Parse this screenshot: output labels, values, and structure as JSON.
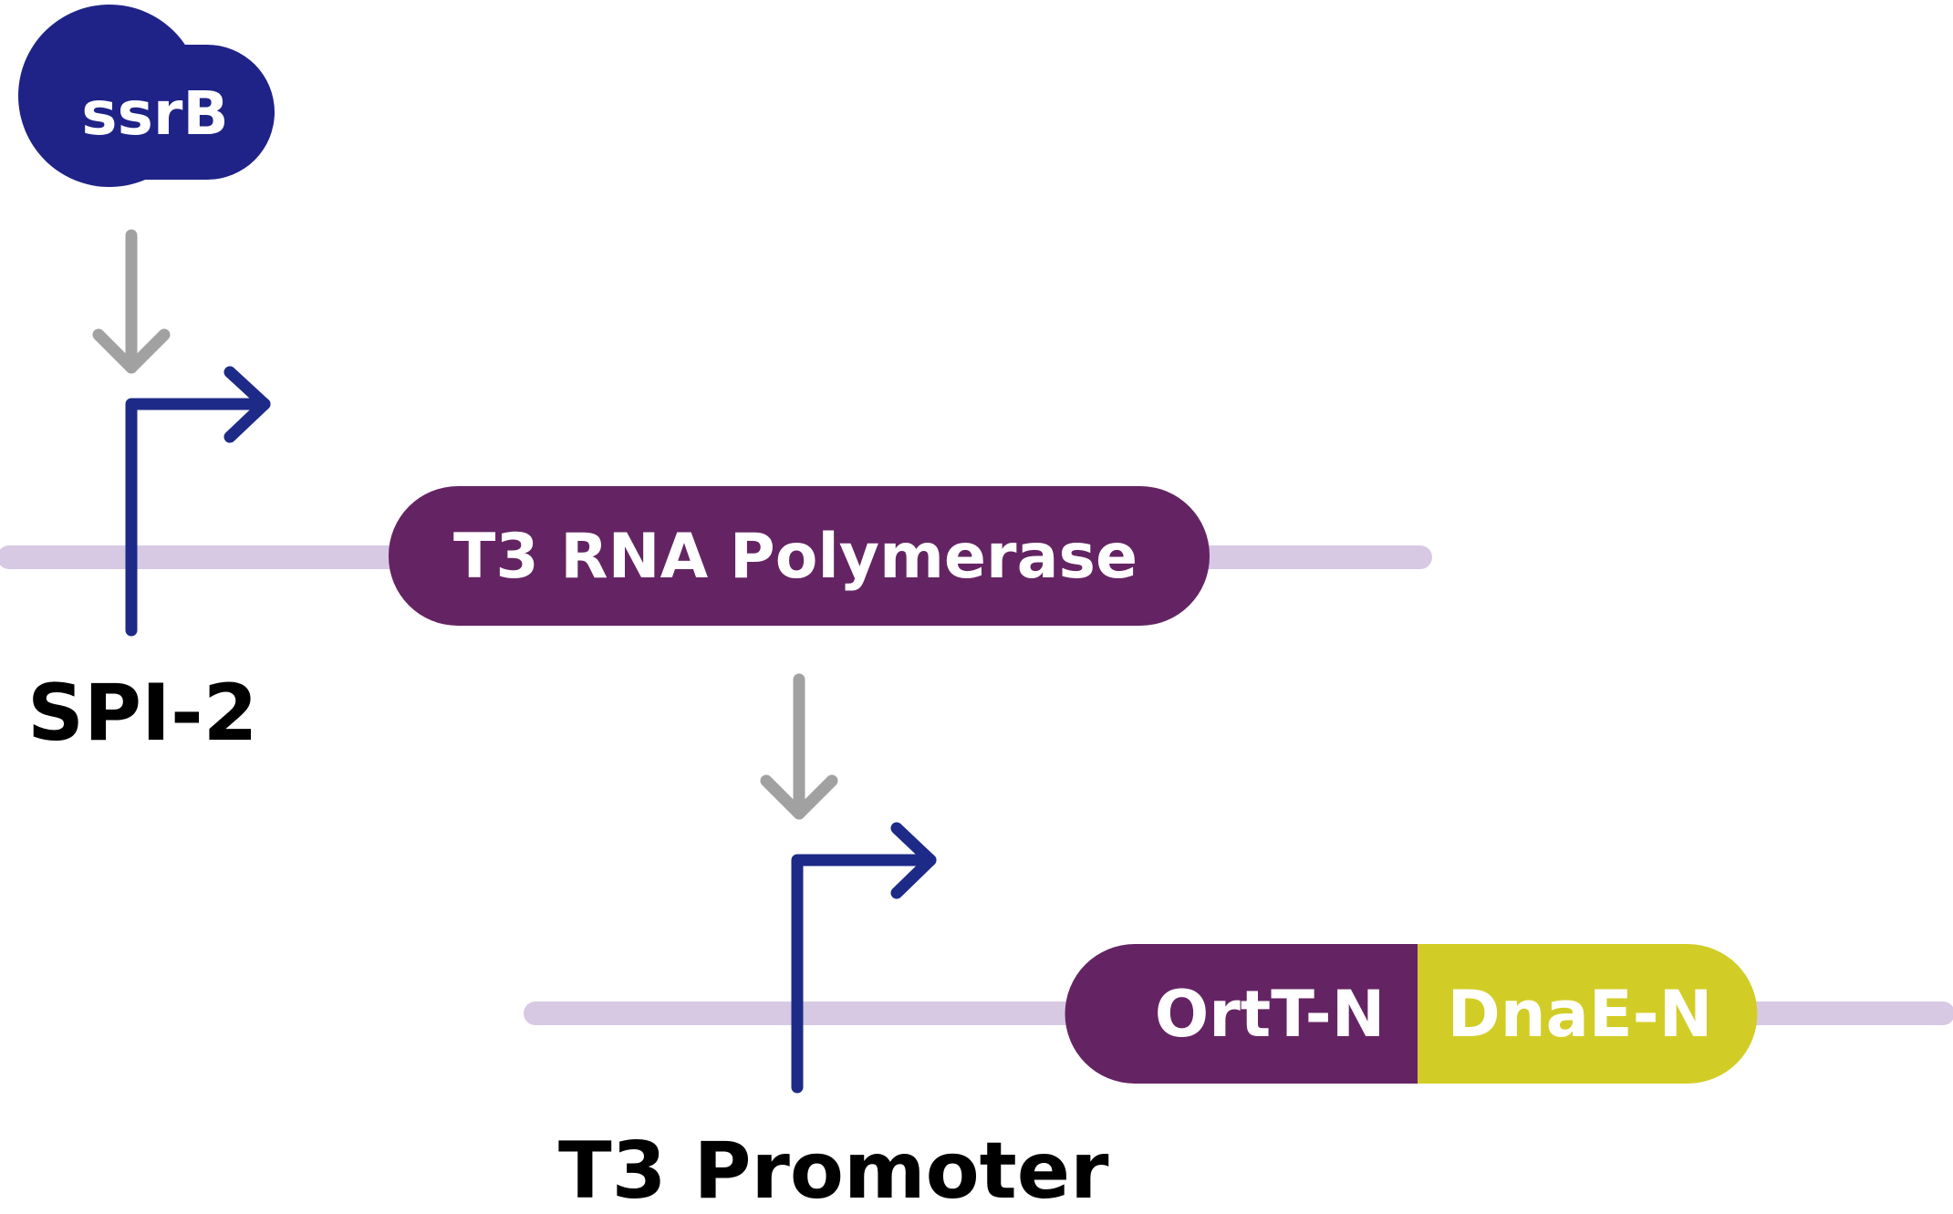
{
  "colors": {
    "regulator": "#1f2387",
    "promoter_arrow": "#1d2a87",
    "signal_arrow": "#a1a1a1",
    "dna_backbone": "#d7c9e3",
    "polymerase": "#642463",
    "ortt_domain": "#642463",
    "dnae_domain": "#d2cd26",
    "part_text": "#ffffff",
    "promoter_label_text": "#000000"
  },
  "regulator": {
    "label": "ssrB",
    "icon": "ssrb-protein-icon"
  },
  "promoters": [
    {
      "label": "SPI-2",
      "icon": "promoter-arrow-icon"
    },
    {
      "label": "T3 Promoter",
      "icon": "promoter-arrow-icon"
    }
  ],
  "parts": {
    "polymerase": {
      "label": "T3 RNA Polymerase"
    },
    "fusion_left": {
      "label": "OrtT-N"
    },
    "fusion_right": {
      "label": "DnaE-N"
    }
  },
  "signal_arrows": [
    {
      "icon": "activation-arrow-icon"
    },
    {
      "icon": "activation-arrow-icon"
    }
  ]
}
